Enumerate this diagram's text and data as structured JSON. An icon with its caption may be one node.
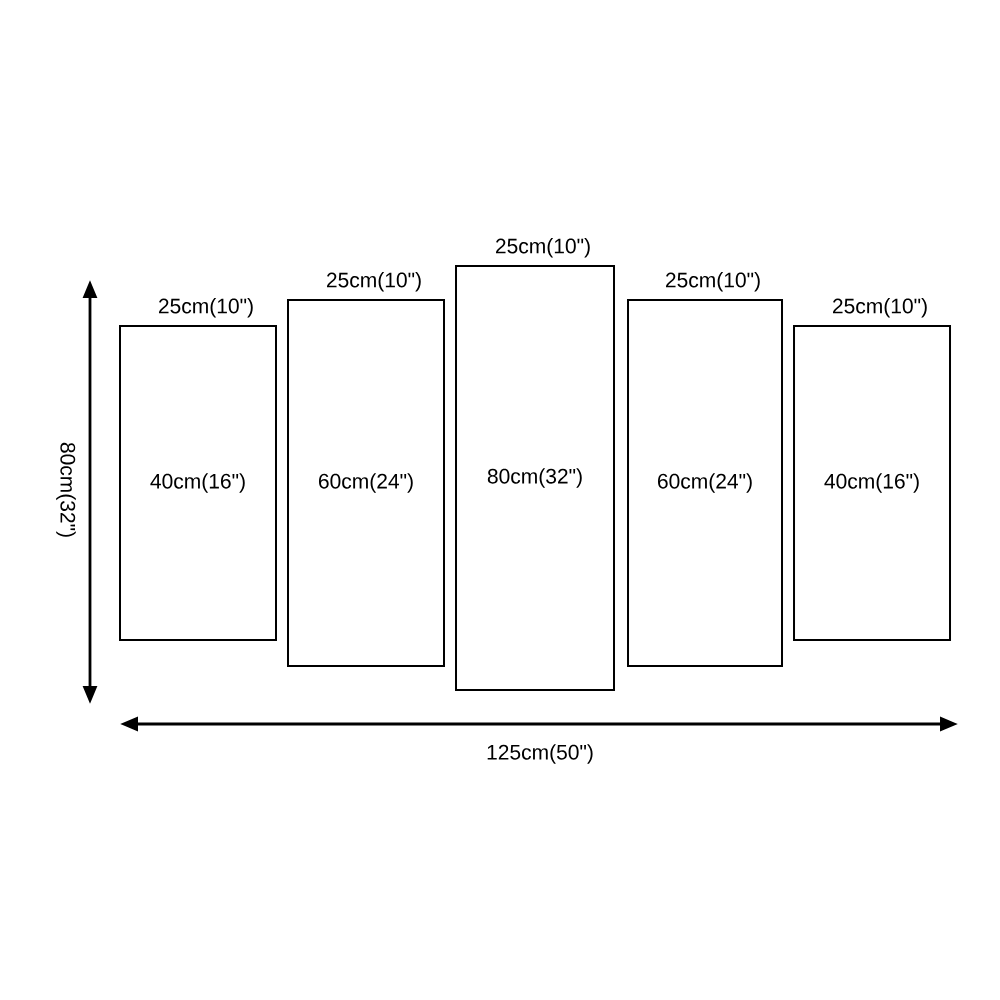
{
  "diagram": {
    "nodes": [
      {
        "text": [
          "40cm(16\")"
        ],
        "beside": [
          "25cm(10\")"
        ]
      },
      {
        "text": [
          "60cm(24\")"
        ],
        "beside": [
          "25cm(10\")"
        ]
      },
      {
        "text": [
          "80cm(32\")"
        ],
        "beside": [
          "25cm(10\")"
        ]
      },
      {
        "text": [
          "60cm(24\")"
        ],
        "beside": [
          "25cm(10\")"
        ]
      },
      {
        "text": [
          "40cm(16\")"
        ],
        "beside": [
          "25cm(10\")"
        ]
      }
    ],
    "labels": [
      "80cm(32\")",
      "125cm(50\")"
    ]
  }
}
